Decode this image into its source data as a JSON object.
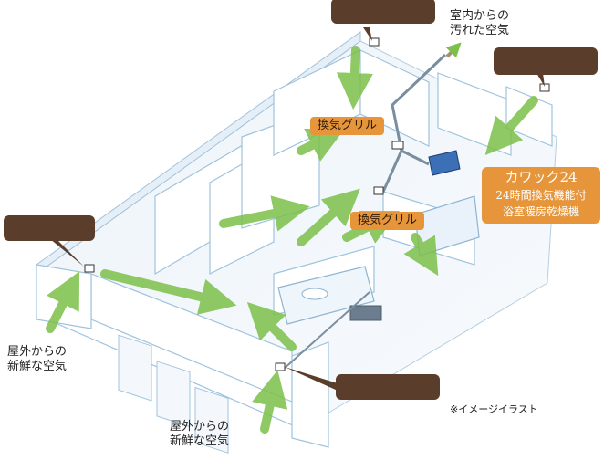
{
  "labels": {
    "indoor_dirty_air": "室内からの\n汚れた空気",
    "outdoor_fresh_air_left": "屋外からの\n新鮮な空気",
    "outdoor_fresh_air_bottom": "屋外からの\n新鮮な空気",
    "exhaust_grill_top": "換気グリル",
    "exhaust_grill_mid": "換気グリル",
    "kawakku_title": "カワック24",
    "kawakku_line1": "24時間換気機能付",
    "kawakku_line2": "浴室暖房乾燥機",
    "image_note": "※イメージイラスト"
  },
  "colors": {
    "bubble": "#5b3d2b",
    "tag": "#e6953b",
    "arrow_green": "#7cc04a",
    "wall_blue": "#9fc3dd",
    "duct": "#7a8ea0"
  }
}
